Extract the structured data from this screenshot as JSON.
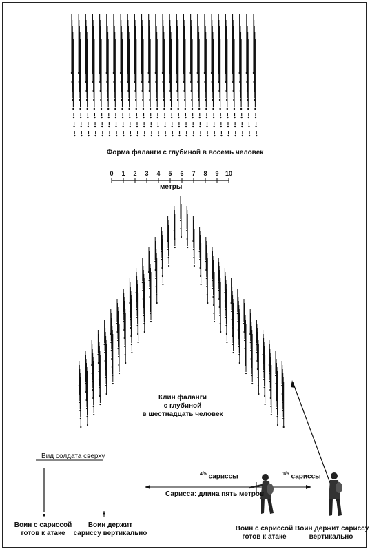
{
  "phalanx_square": {
    "caption": "Форма фаланги с глубиной в восемь человек",
    "columns": 27,
    "ranks": 8
  },
  "scale": {
    "ticks": [
      "0",
      "1",
      "2",
      "3",
      "4",
      "5",
      "6",
      "7",
      "8",
      "9",
      "10"
    ],
    "unit_label": "метры"
  },
  "wedge": {
    "caption_lines": [
      "Клин фаланги",
      "с глубиной",
      "в шестнадцать человек"
    ],
    "depth": 16
  },
  "soldier_top_view": {
    "caption": "Вид солдата сверху",
    "ready_caption": [
      "Воин с сариссой",
      "готов к атаке"
    ],
    "vertical_caption": [
      "Воин держит",
      "сариссу вертикально"
    ]
  },
  "sarissa": {
    "front_fraction": "⁴⁄₅ сариссы",
    "front_fraction_parts": [
      "4",
      "/5",
      " сариссы"
    ],
    "rear_fraction_parts": [
      "1",
      "/5",
      " сариссы"
    ],
    "length_caption": "Сарисса: длина пять метров",
    "ready_caption": [
      "Воин с сариссой",
      "готов к атаке"
    ],
    "vertical_caption": [
      "Воин держит сариссу",
      "вертикально"
    ]
  },
  "colors": {
    "ink": "#111111",
    "paper": "#ffffff"
  }
}
